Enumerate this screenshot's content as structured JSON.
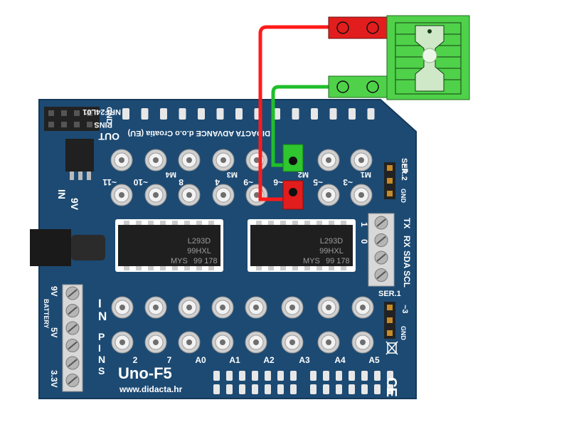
{
  "board": {
    "name": "Uno-F5",
    "website": "www.didacta.hr",
    "top_text": "DIDACTA ADVANCE d.o.o Croatia (EU)",
    "out_label": "OUT",
    "pins_label": "PINS",
    "nrf_label": "NRF24L01",
    "gnd_label": "GND",
    "nine_v_in": "9V",
    "in_label": "IN"
  },
  "out_headers": {
    "top_row": [
      "~11",
      "~10",
      "8",
      "4",
      "~9",
      "~6",
      "~5",
      "~3"
    ],
    "motor_labels": [
      "M4",
      "M3",
      "M2",
      "M1"
    ]
  },
  "chips": [
    {
      "part": "L293D",
      "code": "99HXL",
      "maker": "MYS",
      "lot": "99 178"
    },
    {
      "part": "L293D",
      "code": "99HXL",
      "maker": "MYS",
      "lot": "99 178"
    }
  ],
  "in_pins": {
    "labels": [
      "2",
      "7",
      "A0",
      "A1",
      "A2",
      "A3",
      "A4",
      "A5"
    ],
    "side_label_in": "IN",
    "side_label_pins": "PINS"
  },
  "power_terminal": {
    "labels": [
      "9V",
      "BATTERY",
      "5V",
      "3.3V"
    ]
  },
  "serial_terminal": {
    "labels": [
      "TX",
      "RX",
      "SDA",
      "SCL"
    ],
    "nums": [
      "1",
      "0"
    ]
  },
  "ser_headers": {
    "ser2": "SER.2",
    "ser2_pin": "~5",
    "ser1": "SER.1",
    "ser1_pin": "~3",
    "gnd": "GND"
  },
  "colors": {
    "board": "#1c4a73",
    "board_edge": "#163c5e",
    "wire_red": "#ff1a1a",
    "wire_green": "#1fbf2a",
    "sensor_green": "#4fd14a"
  }
}
